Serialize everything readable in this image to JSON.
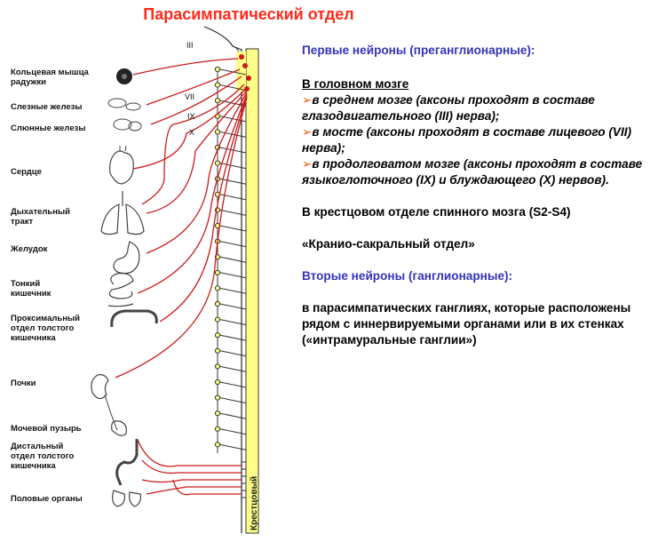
{
  "title": "Парасимпатический отдел",
  "organs": [
    {
      "name": "iris-muscle",
      "label": "Кольцевая мышца\nрадужки"
    },
    {
      "name": "lacrimal-glands",
      "label": "Слезные железы"
    },
    {
      "name": "salivary-glands",
      "label": "Слюнные железы"
    },
    {
      "name": "heart",
      "label": "Сердце"
    },
    {
      "name": "respiratory-tract",
      "label": "Дыхательный\nтракт"
    },
    {
      "name": "stomach",
      "label": "Желудок"
    },
    {
      "name": "small-intestine",
      "label": "Тонкий\nкишечник"
    },
    {
      "name": "proximal-colon",
      "label": "Проксимальный\nотдел толстого\nкишечника"
    },
    {
      "name": "kidneys",
      "label": "Почки"
    },
    {
      "name": "bladder",
      "label": "Мочевой пузырь"
    },
    {
      "name": "distal-colon",
      "label": "Дистальный\nотдел толстого\nкишечника"
    },
    {
      "name": "genitals",
      "label": "Половые органы"
    }
  ],
  "nerves": {
    "iii": "III",
    "vii": "VII",
    "ix": "IX",
    "x": "X"
  },
  "spinal_label": "Крестцовый",
  "text": {
    "first_neurons": "Первые нейроны (преганглионарные):",
    "brain_heading": "В головном мозге",
    "midbrain": "в среднем мозге (аксоны проходят в составе глазодвигательного (III) нерва);",
    "pons": "в мосте (аксоны проходят в составе лицевого (VII) нерва);",
    "medulla": "в продолговатом мозге (аксоны проходят в составе языкоглоточного (IX) и блуждающего (X) нервов).",
    "sacral": "В крестцовом отделе спинного мозга (S2-S4)",
    "cranio_sacral": "«Кранио-сакральный отдел»",
    "second_neurons": "Вторые нейроны (ганглионарные):",
    "ganglia": "в парасимпатических ганглиях, которые расположены рядом с иннервируемыми органами или в их стенках («интрамуральные ганглии»)"
  },
  "colors": {
    "title": "#ff2a1a",
    "nerve": "#cc1a1a",
    "cord": "#ffff88",
    "heading": "#3333bb",
    "arrow": "#ff5a14"
  }
}
